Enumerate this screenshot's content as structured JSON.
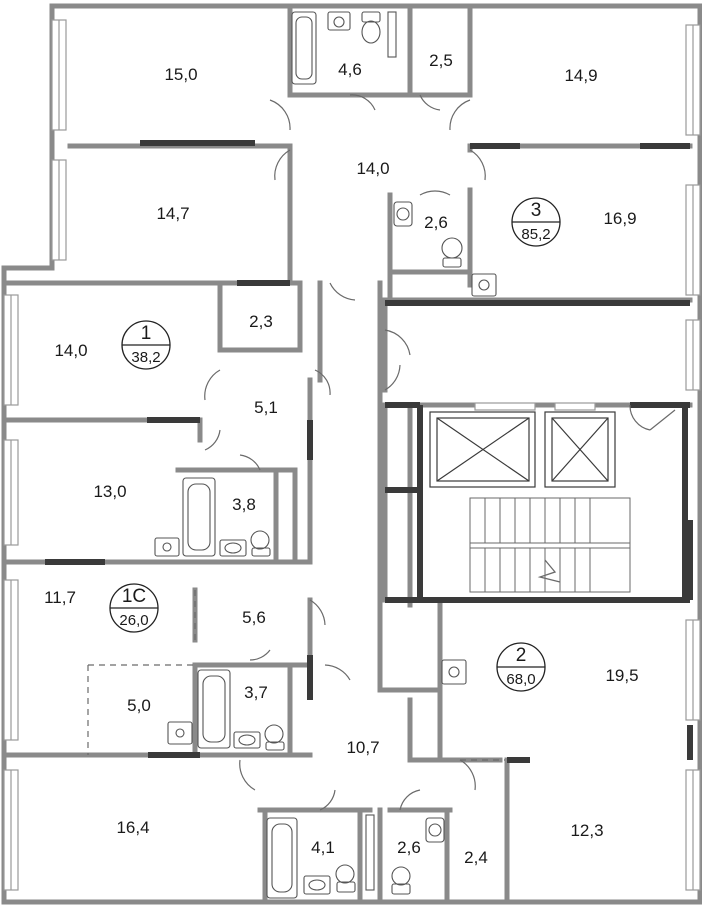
{
  "rooms": {
    "r_15_0": "15,0",
    "r_4_6": "4,6",
    "r_2_5": "2,5",
    "r_14_9": "14,9",
    "r_14_0_hall": "14,0",
    "r_14_7": "14,7",
    "r_2_6_top": "2,6",
    "r_16_9": "16,9",
    "r_14_0_left": "14,0",
    "r_2_3": "2,3",
    "r_5_1": "5,1",
    "r_13_0": "13,0",
    "r_3_8": "3,8",
    "r_11_7": "11,7",
    "r_5_6": "5,6",
    "r_5_0": "5,0",
    "r_3_7": "3,7",
    "r_19_5": "19,5",
    "r_10_7": "10,7",
    "r_16_4": "16,4",
    "r_4_1": "4,1",
    "r_2_6_bottom": "2,6",
    "r_2_4": "2,4",
    "r_12_3": "12,3"
  },
  "apartments": [
    {
      "id": "apt-1",
      "number": "1",
      "area": "38,2"
    },
    {
      "id": "apt-1c",
      "number": "1С",
      "area": "26,0"
    },
    {
      "id": "apt-2",
      "number": "2",
      "area": "68,0"
    },
    {
      "id": "apt-3",
      "number": "3",
      "area": "85,2"
    }
  ],
  "colors": {
    "wall": "#8a8a8a",
    "wall_dark": "#3a3a3a",
    "window": "#9a9a9a",
    "text": "#1a1a1a"
  }
}
